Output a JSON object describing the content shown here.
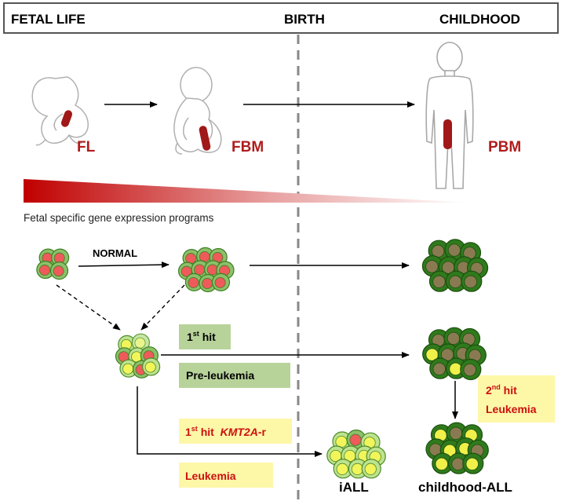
{
  "header": {
    "fetal_life": "FETAL LIFE",
    "birth": "BIRTH",
    "childhood": "CHILDHOOD"
  },
  "sites": {
    "fl": "FL",
    "fbm": "FBM",
    "pbm": "PBM"
  },
  "gradient_caption": "Fetal specific gene expression programs",
  "normal_label": "NORMAL",
  "boxes": {
    "first_hit": {
      "base": "1",
      "sup": "st",
      "rest": " hit"
    },
    "pre_leukemia": "Pre-leukemia",
    "kmt2a": {
      "base": "1",
      "sup": "st",
      "mid": " hit  ",
      "gene": "KMT2A",
      "suffix": "-r"
    },
    "leukemia": "Leukemia",
    "second_hit": {
      "base": "2",
      "sup": "nd",
      "rest": " hit"
    },
    "second_leukemia": "Leukemia"
  },
  "outcomes": {
    "iall": "iALL",
    "childhood_all": "childhood-ALL"
  },
  "colors": {
    "site_red": "#b01c1c",
    "box_green": "#b8d39a",
    "box_yellow": "#fdf7a8",
    "cell_red": "#ef5a5a",
    "cell_dark_green": "#3c7a22",
    "cell_yellow": "#f2f55a"
  }
}
